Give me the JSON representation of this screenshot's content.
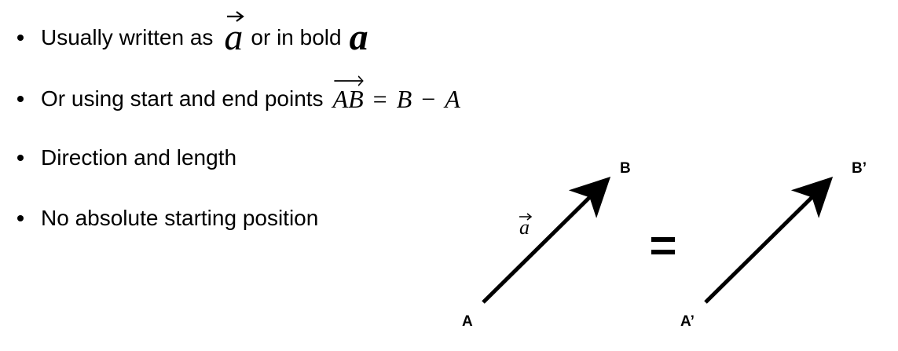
{
  "bullets": [
    {
      "text_before": "Usually written as",
      "text_middle": "or in bold",
      "math_symbol": "a",
      "bold_symbol": "a"
    },
    {
      "text_before": "Or using start and end points",
      "math_vec": "AB",
      "math_eq": "=",
      "math_b": "B",
      "math_minus": "−",
      "math_a": "A"
    },
    {
      "text": "Direction and length"
    },
    {
      "text": "No absolute starting position"
    }
  ],
  "diagram": {
    "left_vector": {
      "start_label": "A",
      "end_label": "B",
      "vector_label": "a"
    },
    "equals_sign": "=",
    "right_vector": {
      "start_label": "A’",
      "end_label": "B’"
    }
  }
}
